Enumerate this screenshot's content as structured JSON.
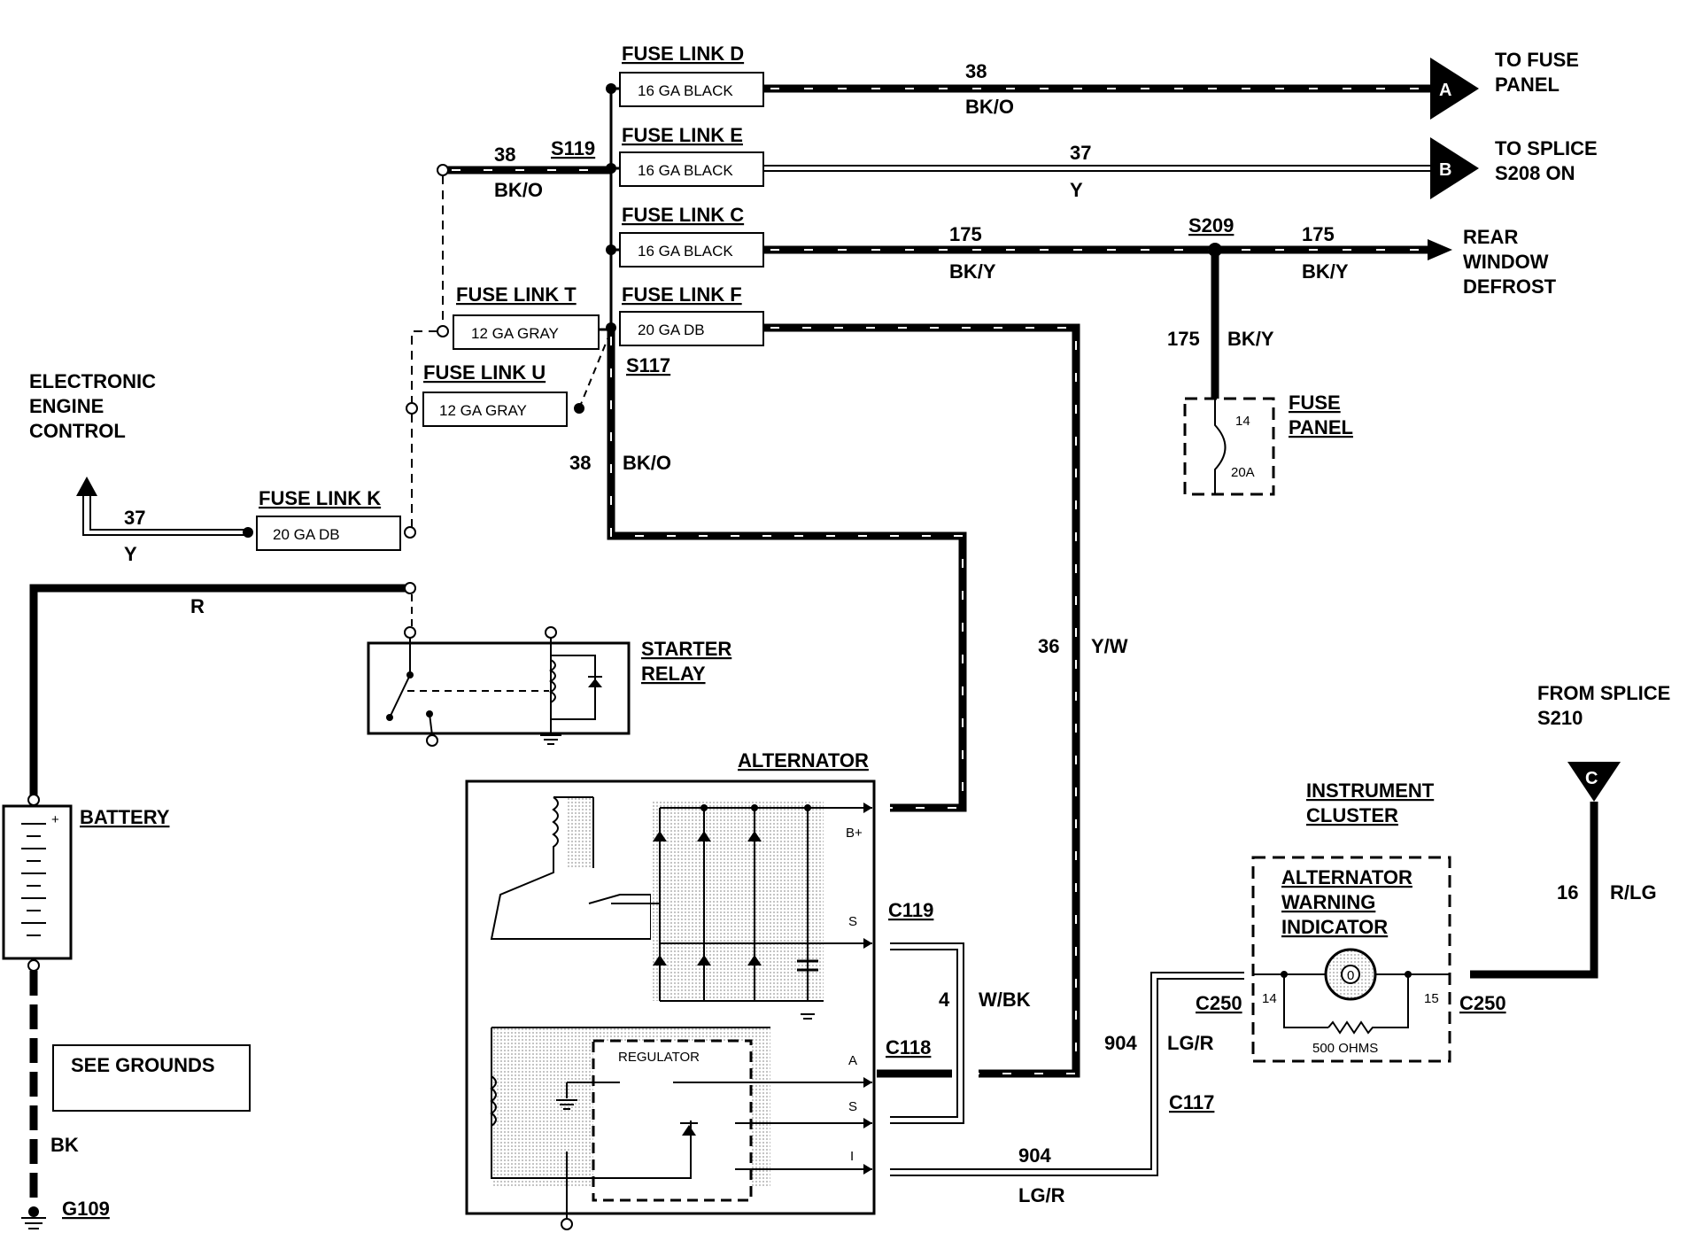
{
  "labels": {
    "fuse_link_d": "FUSE LINK D",
    "fuse_link_e": "FUSE LINK E",
    "fuse_link_c": "FUSE LINK C",
    "fuse_link_f": "FUSE LINK F",
    "fuse_link_t": "FUSE LINK T",
    "fuse_link_u": "FUSE LINK U",
    "fuse_link_k": "FUSE LINK K",
    "fl_d_spec": "16 GA BLACK",
    "fl_e_spec": "16 GA BLACK",
    "fl_c_spec": "16 GA BLACK",
    "fl_f_spec": "20 GA DB",
    "fl_t_spec": "12 GA GRAY",
    "fl_u_spec": "12 GA GRAY",
    "fl_k_spec": "20 GA DB",
    "to_fuse_panel_1": "TO FUSE",
    "to_fuse_panel_2": "PANEL",
    "to_splice_1": "TO SPLICE",
    "to_splice_2": "S208 ON",
    "rear_window_1": "REAR",
    "rear_window_2": "WINDOW",
    "rear_window_3": "DEFROST",
    "eec_1": "ELECTRONIC",
    "eec_2": "ENGINE",
    "eec_3": "CONTROL",
    "fuse_panel_1": "FUSE",
    "fuse_panel_2": "PANEL",
    "fuse_14": "14",
    "fuse_20a": "20A",
    "starter_relay_1": "STARTER",
    "starter_relay_2": "RELAY",
    "battery": "BATTERY",
    "alternator": "ALTERNATOR",
    "regulator": "REGULATOR",
    "alt_bplus": "B+",
    "alt_s1": "S",
    "alt_a": "A",
    "alt_s2": "S",
    "alt_i": "I",
    "see_grounds": "SEE GROUNDS",
    "ground_g109": "G109",
    "from_splice_1": "FROM SPLICE",
    "from_splice_2": "S210",
    "instrument_cluster_1": "INSTRUMENT",
    "instrument_cluster_2": "CLUSTER",
    "awi_1": "ALTERNATOR",
    "awi_2": "WARNING",
    "awi_3": "INDICATOR",
    "res_500": "500 OHMS",
    "pin_14": "14",
    "pin_15": "15",
    "bulb_0": "0",
    "s119": "S119",
    "s117": "S117",
    "s209": "S209",
    "c119": "C119",
    "c118": "C118",
    "c117": "C117",
    "c250_left": "C250",
    "c250_right": "C250",
    "conn_a": "A",
    "conn_b": "B",
    "conn_c": "C",
    "battery_plus": "+"
  },
  "wires": {
    "w_d_num": "38",
    "w_d_col": "BK/O",
    "w_e_num": "37",
    "w_e_col": "Y",
    "w_c_num": "175",
    "w_c_col": "BK/Y",
    "w_c2_num": "175",
    "w_c2_col": "BK/Y",
    "w_s119_num": "38",
    "w_s119_col": "BK/O",
    "w_fp_num": "175",
    "w_fp_col": "BK/Y",
    "w_bko_num": "38",
    "w_bko_col": "BK/O",
    "w_k_num": "37",
    "w_k_col": "Y",
    "w_r_col": "R",
    "w_yw_num": "36",
    "w_yw_col": "Y/W",
    "w_wbk_num": "4",
    "w_wbk_col": "W/BK",
    "w_lgr_num": "904",
    "w_lgr_col": "LG/R",
    "w_lgr2_num": "904",
    "w_lgr2_col": "LG/R",
    "w_rlg_num": "16",
    "w_rlg_col": "R/LG",
    "w_bk_col": "BK"
  }
}
